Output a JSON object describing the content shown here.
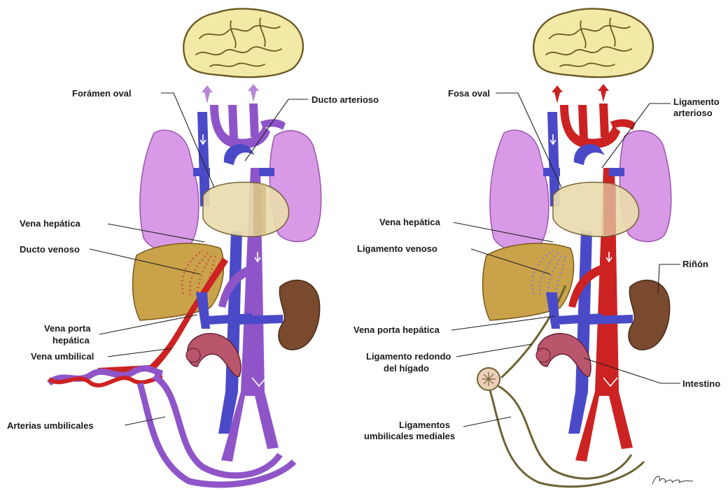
{
  "left_panel": {
    "labels": {
      "foramen_oval": "Forámen oval",
      "ducto_arterioso": "Ducto arterioso",
      "vena_hepatica": "Vena hepática",
      "ducto_venoso": "Ducto venoso",
      "vena_porta_1": "Vena porta",
      "vena_porta_2": "hepática",
      "vena_umbilical": "Vena umbilical",
      "arterias_umbilicales": "Arterias umbilicales"
    }
  },
  "right_panel": {
    "labels": {
      "fosa_oval": "Fosa oval",
      "ligamento_arterioso_1": "Ligamento",
      "ligamento_arterioso_2": "arterioso",
      "vena_hepatica": "Vena hepática",
      "ligamento_venoso": "Ligamento  venoso",
      "rinon": "Riñón",
      "vena_porta_hepatica": "Vena porta hepática",
      "ligamento_redondo_1": "Ligamento redondo",
      "ligamento_redondo_2": "del hígado",
      "intestino": "Intestino",
      "ligamentos_umbilicales_1": "Ligamentos",
      "ligamentos_umbilicales_2": "umbilicales mediales"
    }
  },
  "colors": {
    "oxygenated": "#cc2222",
    "deoxygenated": "#4a4ac8",
    "mixed": "#8f55c8",
    "lung": "#d89ae6",
    "liver": "#c9a24a",
    "kidney": "#7a4a2e",
    "brain": "#f3e9a6",
    "ligament": "#6d6233"
  }
}
